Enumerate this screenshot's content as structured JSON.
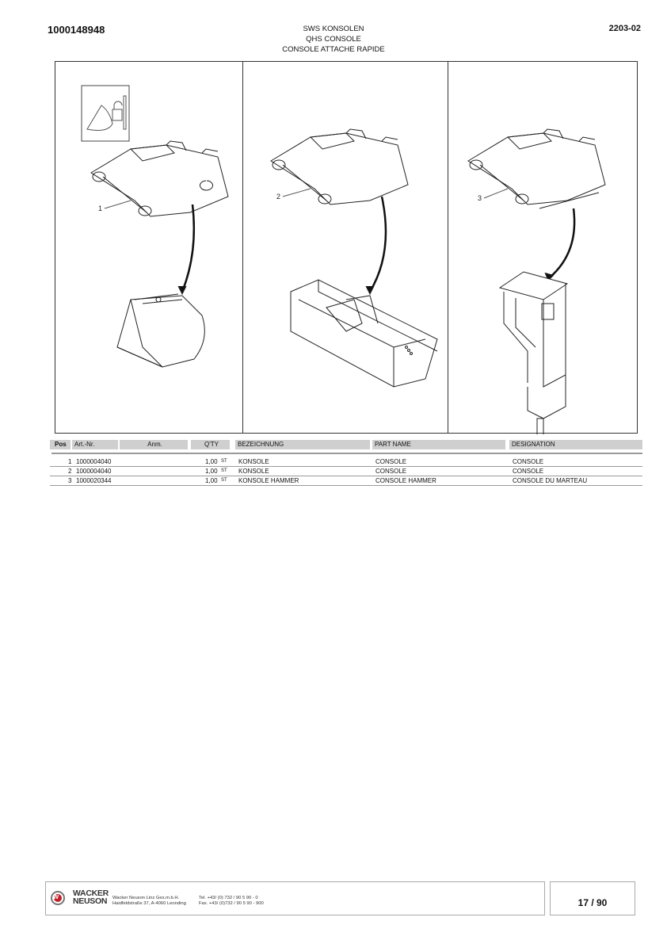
{
  "header": {
    "doc_number": "1000148948",
    "revision": "2203-02",
    "title_de": "SWS KONSOLEN",
    "title_en": "QHS CONSOLE",
    "title_fr": "CONSOLE ATTACHE RAPIDE"
  },
  "figure": {
    "panels": [
      {
        "callout": "1",
        "attachment": "bucket",
        "inset_icons": [
          "bucket-icon",
          "unlocked-padlock-icon",
          "bar-icon"
        ]
      },
      {
        "callout": "2",
        "attachment": "wide-bucket"
      },
      {
        "callout": "3",
        "attachment": "hydraulic-hammer"
      }
    ]
  },
  "parts_list": {
    "columns": {
      "pos": "Pos",
      "art_nr": "Art.-Nr.",
      "anm": "Anm.",
      "qty": "Q'TY",
      "bezeichnung": "BEZEICHNUNG",
      "part_name": "PART NAME",
      "designation": "DESIGNATION"
    },
    "rows": [
      {
        "pos": "1",
        "art_nr": "1000004040",
        "anm": "",
        "qty": "1,00",
        "unit": "ST",
        "bezeichnung": "KONSOLE",
        "part_name": "CONSOLE",
        "designation": "CONSOLE"
      },
      {
        "pos": "2",
        "art_nr": "1000004040",
        "anm": "",
        "qty": "1,00",
        "unit": "ST",
        "bezeichnung": "KONSOLE",
        "part_name": "CONSOLE",
        "designation": "CONSOLE"
      },
      {
        "pos": "3",
        "art_nr": "1000020344",
        "anm": "",
        "qty": "1,00",
        "unit": "ST",
        "bezeichnung": "KONSOLE HAMMER",
        "part_name": "CONSOLE HAMMER",
        "designation": "CONSOLE DU MARTEAU"
      }
    ]
  },
  "footer": {
    "brand_line1": "WACKER",
    "brand_line2": "NEUSON",
    "company": "Wacker Neuson Linz Ges.m.b.H.",
    "address": "Haidfeldstraße 37, A-4060 Leonding",
    "tel": "Tel. +43/ (0) 732 / 90 5 90 - 0",
    "fax": "Fax. +43/ (0)732 / 90 5 90 - 900",
    "page": "17 / 90",
    "brand_color": "#c0202a"
  }
}
